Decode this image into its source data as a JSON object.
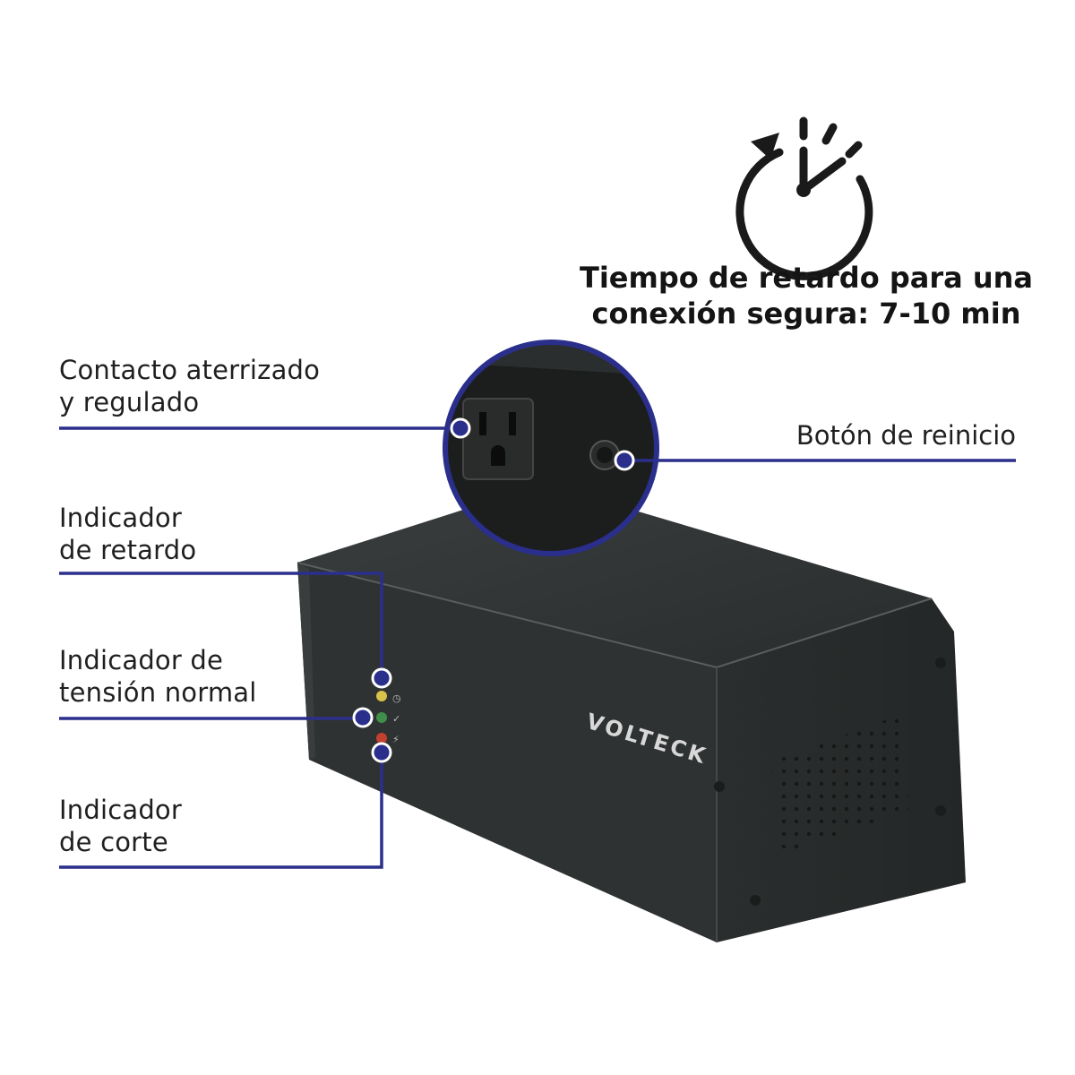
{
  "delay": {
    "line1": "Tiempo de retardo para una",
    "line2": "conexión segura: 7-10 min",
    "icon": "timer-icon"
  },
  "callouts": {
    "outlet": {
      "line1": "Contacto aterrizado",
      "line2": "y regulado"
    },
    "reset": {
      "text": "Botón de reinicio"
    },
    "delay_indicator": {
      "line1": "Indicador",
      "line2": "de retardo"
    },
    "normal_indicator": {
      "line1": "Indicador de",
      "line2": "tensión normal"
    },
    "cut_indicator": {
      "line1": "Indicador",
      "line2": "de corte"
    }
  },
  "product": {
    "brand": "VOLTECK"
  },
  "colors": {
    "accent": "#2b2f8c",
    "device": "#2c2f2f",
    "led_yellow": "#d8c24a",
    "led_green": "#3f8f4a",
    "led_red": "#c2402e"
  }
}
